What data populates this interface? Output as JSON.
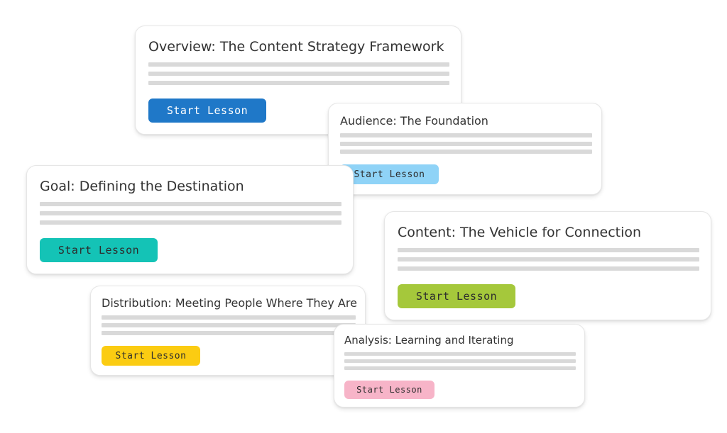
{
  "cards": [
    {
      "title": "Overview: The Content Strategy Framework",
      "button_label": "Start Lesson",
      "button_color": "#1f78c8",
      "button_text_color": "#ffffff"
    },
    {
      "title": "Audience: The Foundation",
      "button_label": "Start Lesson",
      "button_color": "#8fd3f7",
      "button_text_color": "#2d2d2d"
    },
    {
      "title": "Goal: Defining the Destination",
      "button_label": "Start Lesson",
      "button_color": "#14c3b6",
      "button_text_color": "#2d2d2d"
    },
    {
      "title": "Content: The Vehicle for Connection",
      "button_label": "Start Lesson",
      "button_color": "#a5c83b",
      "button_text_color": "#2d2d2d"
    },
    {
      "title": "Distribution: Meeting People Where They Are",
      "button_label": "Start Lesson",
      "button_color": "#fbcc12",
      "button_text_color": "#2d2d2d"
    },
    {
      "title": "Analysis: Learning and Iterating",
      "button_label": "Start Lesson",
      "button_color": "#f7b4c8",
      "button_text_color": "#2d2d2d"
    }
  ],
  "placeholder_line_color": "#d9d9d9"
}
